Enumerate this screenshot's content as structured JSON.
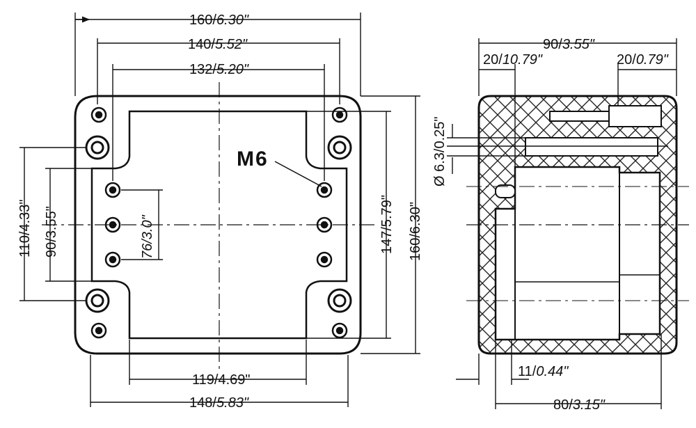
{
  "front_view": {
    "thread_callout": "M6",
    "dims": {
      "top_160": "160/",
      "top_160_in": "6.30\"",
      "top_140": "140/",
      "top_140_in": "5.52\"",
      "top_132": "132/",
      "top_132_in": "5.20\"",
      "bottom_119": "119/4.69\"",
      "bottom_148": "148/",
      "bottom_148_in": "5.83\"",
      "left_110": "110/4.33\"",
      "left_90": "90/3.55\"",
      "inner_76": "76/3.0\"",
      "right_147": "147/5.79\"",
      "right_160": "160/6.30\""
    }
  },
  "side_view": {
    "dims": {
      "top_90": "90/",
      "top_90_in": "3.55\"",
      "left_20": "20/",
      "left_20_in": "10.79\"",
      "right_20": "20/",
      "right_20_in": "0.79\"",
      "dia": "Ø 6.3/0.25\"",
      "bottom_11": "11/",
      "bottom_11_in": "0.44\"",
      "bottom_80": "80/",
      "bottom_80_in": "3.15\""
    }
  }
}
